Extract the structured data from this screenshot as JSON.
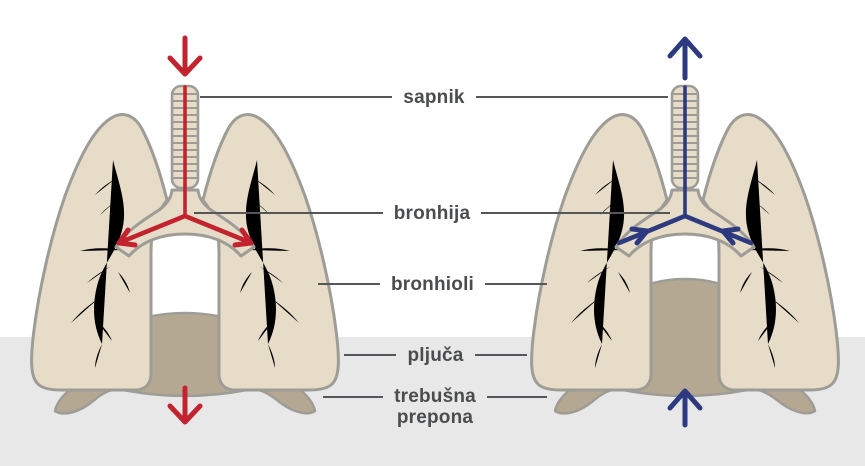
{
  "labels": {
    "sapnik": "sapnik",
    "bronhija": "bronhija",
    "bronhioli": "bronhioli",
    "pljuca": "pljuča",
    "trebusna_prepona_line1": "trebušna",
    "trebusna_prepona_line2": "prepona"
  },
  "panels": {
    "left": {
      "airflow_direction": "down"
    },
    "right": {
      "airflow_direction": "up"
    }
  },
  "colors": {
    "page_background": "#ffffff",
    "floor_band": "#e8e8e8",
    "lung_fill": "#e6dcc7",
    "outline_gray": "#9e9c96",
    "bronchial_tree": "#a5a19a",
    "diaphragm_fill": "#b4a893",
    "inhale_arrow": "#c3232e",
    "exhale_arrow": "#2e3a7f",
    "label_line": "#55565a",
    "label_text": "#4b4c4e"
  }
}
